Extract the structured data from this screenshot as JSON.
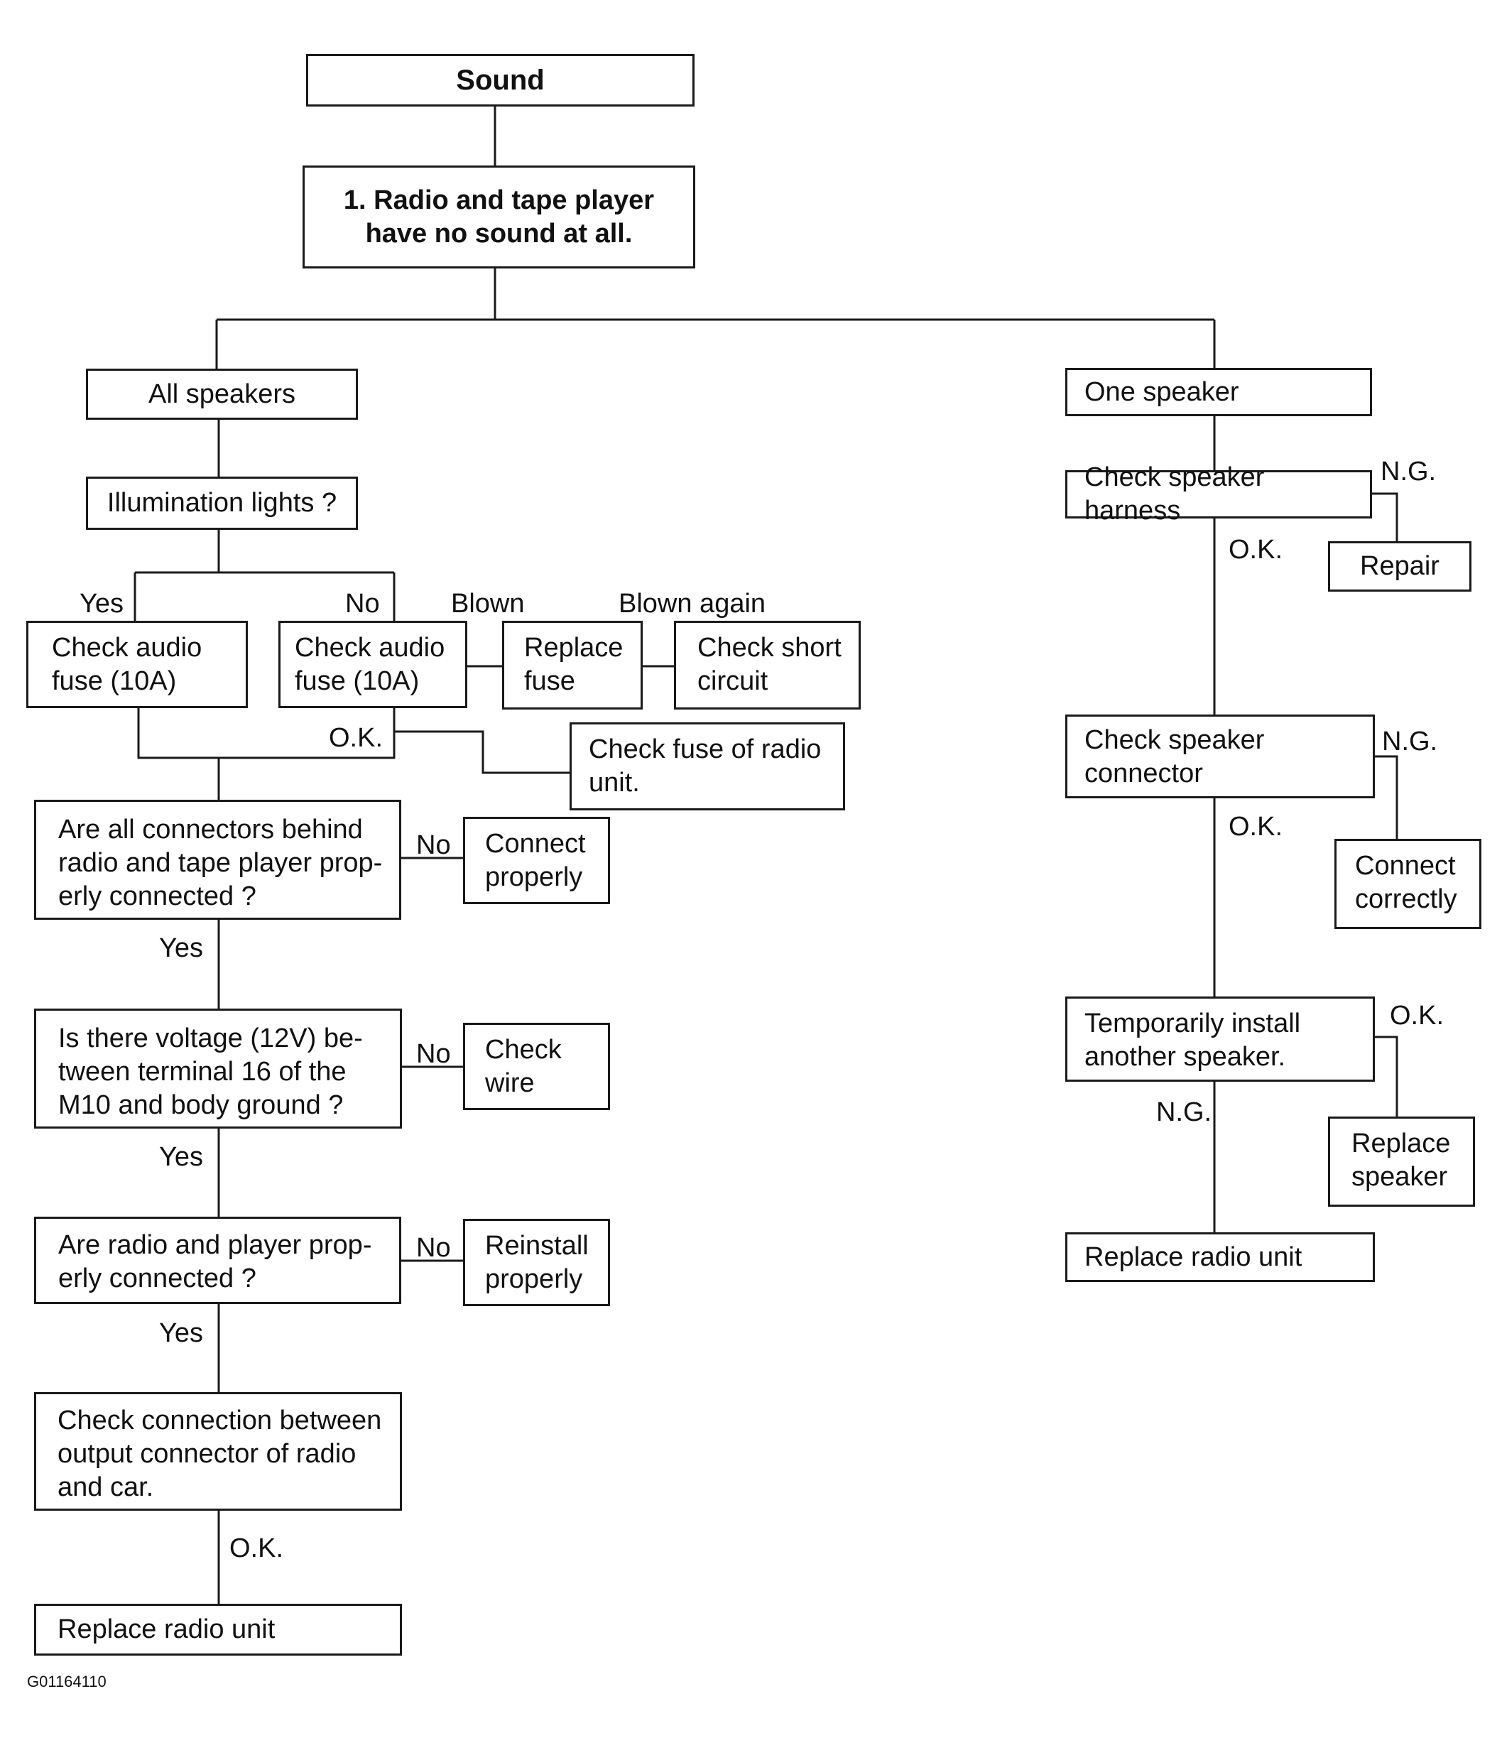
{
  "nodes": {
    "sound": "Sound",
    "radio_no_sound": "1. Radio and tape player\nhave no sound at all.",
    "all_speakers": "All speakers",
    "one_speaker": "One speaker",
    "illumination": "Illumination lights ?",
    "check_fuse_yes": "Check audio\nfuse (10A)",
    "check_fuse_no": "Check audio\nfuse (10A)",
    "replace_fuse": "Replace\nfuse",
    "check_short": "Check short\ncircuit",
    "check_fuse_radio": "Check fuse of radio\nunit.",
    "connectors_question": "Are all connectors behind\nradio and tape player prop-\nerly connected ?",
    "connect_properly": "Connect\nproperly",
    "voltage_question": "Is there voltage (12V) be-\ntween terminal 16 of the\nM10 and body ground ?",
    "check_wire": "Check\nwire",
    "radio_player_question": "Are radio and player prop-\nerly connected ?",
    "reinstall_properly": "Reinstall\nproperly",
    "check_connection": "Check connection between\noutput connector of radio\nand car.",
    "replace_radio_left": "Replace radio unit",
    "check_harness": "Check speaker harness",
    "repair": "Repair",
    "check_connector": "Check speaker\nconnector",
    "connect_correctly": "Connect\ncorrectly",
    "temp_install": "Temporarily install\nanother speaker.",
    "replace_speaker": "Replace\nspeaker",
    "replace_radio_right": "Replace radio unit"
  },
  "labels": {
    "yes_illum": "Yes",
    "no_illum": "No",
    "blown": "Blown",
    "blown_again": "Blown again",
    "ok_fuse": "O.K.",
    "no_connectors": "No",
    "yes_connectors": "Yes",
    "no_voltage": "No",
    "yes_voltage": "Yes",
    "no_radio_player": "No",
    "yes_radio_player": "Yes",
    "ok_connection": "O.K.",
    "ng_harness": "N.G.",
    "ok_harness": "O.K.",
    "ng_connector": "N.G.",
    "ok_connector": "O.K.",
    "ok_temp": "O.K.",
    "ng_temp": "N.G."
  },
  "figure_id": "G01164110"
}
